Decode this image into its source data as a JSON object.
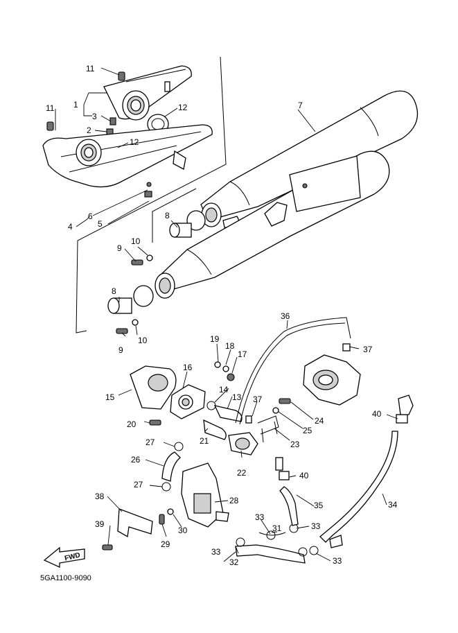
{
  "part_numbers": {
    "n1": "1",
    "n2": "2",
    "n3": "3",
    "n4": "4",
    "n5": "5",
    "n6": "6",
    "n7": "7",
    "n8": "8",
    "n9": "9",
    "n10": "10",
    "n11": "11",
    "n12": "12",
    "n13": "13",
    "n14": "14",
    "n15": "15",
    "n16": "16",
    "n17": "17",
    "n18": "18",
    "n19": "19",
    "n20": "20",
    "n21": "21",
    "n22": "22",
    "n23": "23",
    "n24": "24",
    "n25": "25",
    "n26": "26",
    "n27": "27",
    "n28": "28",
    "n29": "29",
    "n30": "30",
    "n31": "31",
    "n32": "32",
    "n33": "33",
    "n34": "34",
    "n35": "35",
    "n36": "36",
    "n37": "37",
    "n38": "38",
    "n39": "39",
    "n40": "40"
  },
  "fwd_label": "FWD",
  "diagram_code": "5GA1100-9090"
}
